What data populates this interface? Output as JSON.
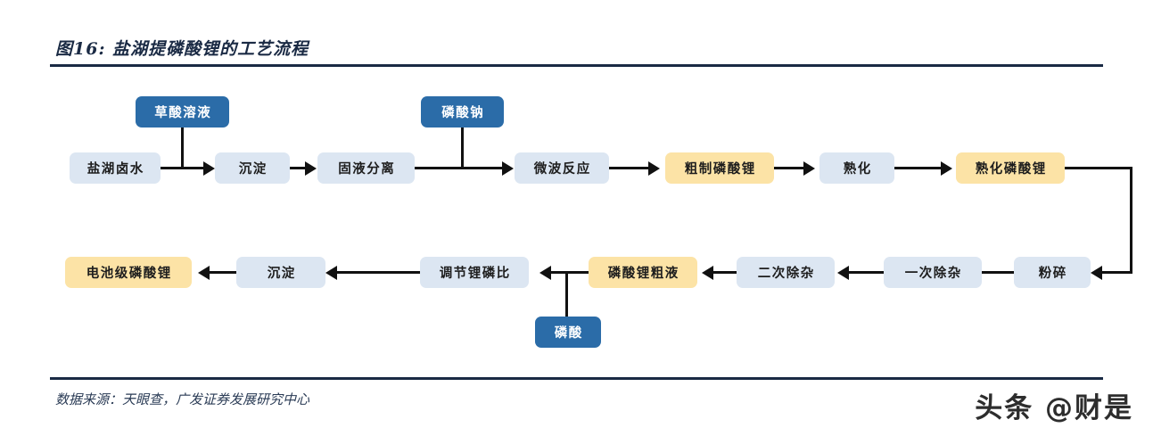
{
  "header": {
    "title": "图16: 盐湖提磷酸锂的工艺流程"
  },
  "footer": {
    "source": "数据来源：天眼查，广发证券发展研究中心",
    "watermark": "头条 @财是"
  },
  "colors": {
    "process": "#dce6f2",
    "product": "#fce3a6",
    "reagent": "#2b6ca8",
    "line": "#111111",
    "rule": "#1a2a44"
  },
  "chart_data": {
    "type": "flowchart",
    "title": "图16: 盐湖提磷酸锂的工艺流程",
    "nodes": [
      {
        "id": "n01",
        "label": "草酸溶液",
        "kind": "reagent"
      },
      {
        "id": "n02",
        "label": "磷酸钠",
        "kind": "reagent"
      },
      {
        "id": "n03",
        "label": "盐湖卤水",
        "kind": "process"
      },
      {
        "id": "n04",
        "label": "沉淀",
        "kind": "process"
      },
      {
        "id": "n05",
        "label": "固液分离",
        "kind": "process"
      },
      {
        "id": "n06",
        "label": "微波反应",
        "kind": "process"
      },
      {
        "id": "n07",
        "label": "粗制磷酸锂",
        "kind": "product"
      },
      {
        "id": "n08",
        "label": "熟化",
        "kind": "process"
      },
      {
        "id": "n09",
        "label": "熟化磷酸锂",
        "kind": "product"
      },
      {
        "id": "n10",
        "label": "粉碎",
        "kind": "process"
      },
      {
        "id": "n11",
        "label": "一次除杂",
        "kind": "process"
      },
      {
        "id": "n12",
        "label": "二次除杂",
        "kind": "process"
      },
      {
        "id": "n13",
        "label": "磷酸锂粗液",
        "kind": "product"
      },
      {
        "id": "n14",
        "label": "调节锂磷比",
        "kind": "process"
      },
      {
        "id": "n15",
        "label": "沉淀",
        "kind": "process"
      },
      {
        "id": "n16",
        "label": "电池级磷酸锂",
        "kind": "product"
      },
      {
        "id": "n17",
        "label": "磷酸",
        "kind": "reagent"
      }
    ],
    "edges": [
      {
        "from": "n03",
        "to": "n04"
      },
      {
        "from": "n01",
        "to": "n04"
      },
      {
        "from": "n04",
        "to": "n05"
      },
      {
        "from": "n05",
        "to": "n06"
      },
      {
        "from": "n02",
        "to": "n06"
      },
      {
        "from": "n06",
        "to": "n07"
      },
      {
        "from": "n07",
        "to": "n08"
      },
      {
        "from": "n08",
        "to": "n09"
      },
      {
        "from": "n09",
        "to": "n10"
      },
      {
        "from": "n10",
        "to": "n11"
      },
      {
        "from": "n11",
        "to": "n12"
      },
      {
        "from": "n12",
        "to": "n13"
      },
      {
        "from": "n13",
        "to": "n14"
      },
      {
        "from": "n17",
        "to": "n14"
      },
      {
        "from": "n14",
        "to": "n15"
      },
      {
        "from": "n15",
        "to": "n16"
      }
    ]
  }
}
